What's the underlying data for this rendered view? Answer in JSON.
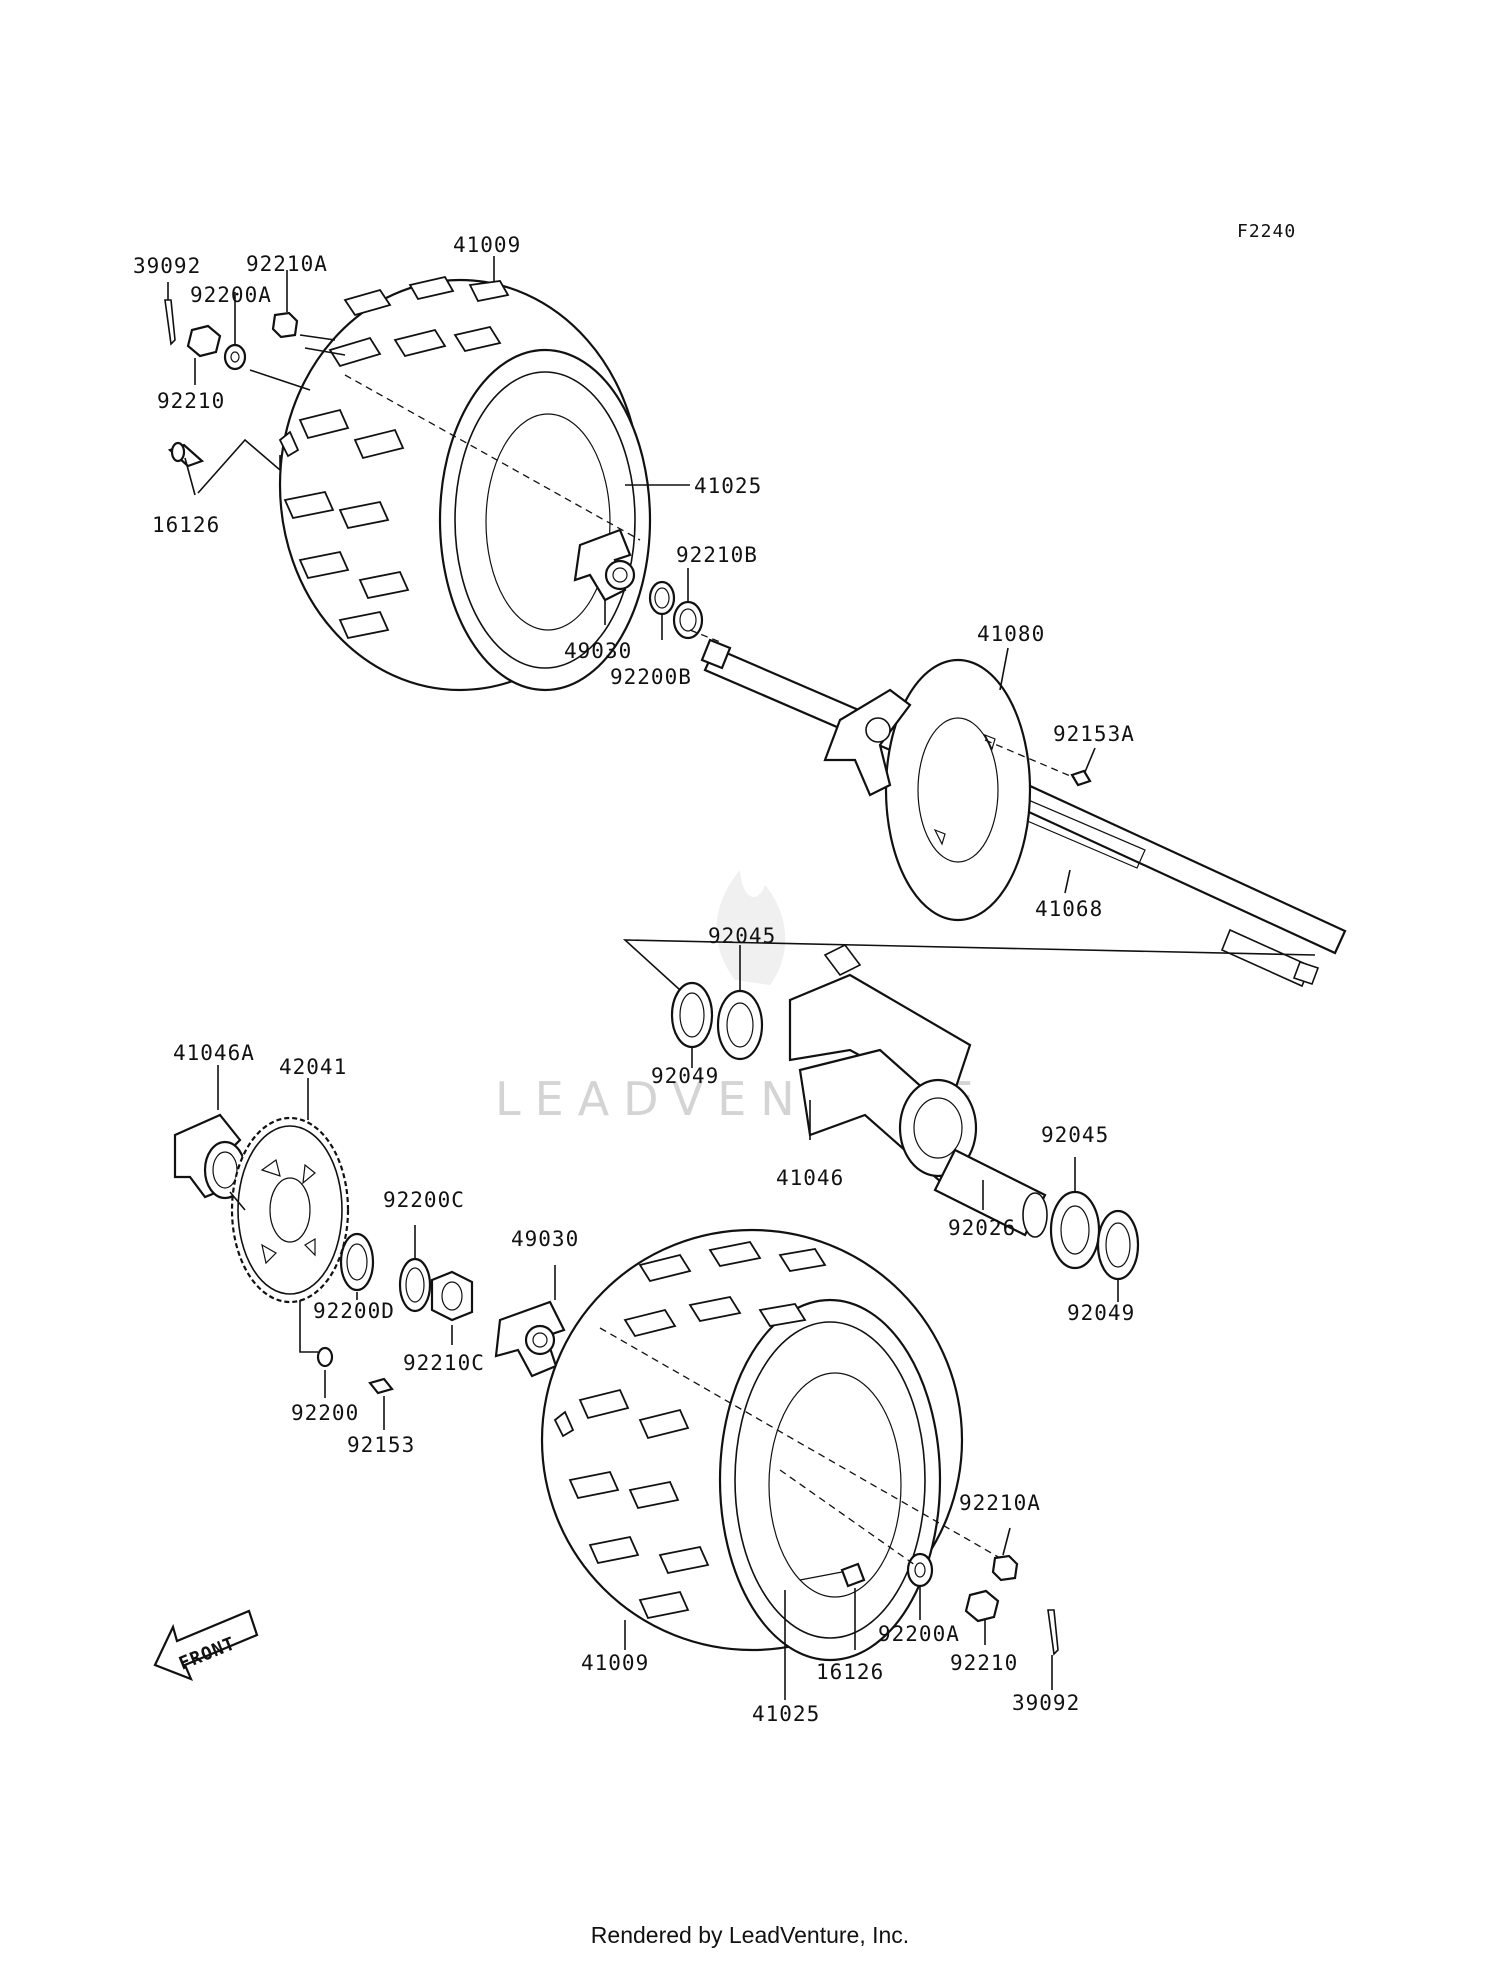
{
  "diagram": {
    "code": "F2240",
    "watermark": "LEADVENTURE",
    "front_label": "FRONT",
    "labels": [
      {
        "id": "l01",
        "text": "39092"
      },
      {
        "id": "l02",
        "text": "92210A"
      },
      {
        "id": "l03",
        "text": "41009"
      },
      {
        "id": "l04",
        "text": "92200A"
      },
      {
        "id": "l05",
        "text": "92210"
      },
      {
        "id": "l06",
        "text": "16126"
      },
      {
        "id": "l07",
        "text": "41025"
      },
      {
        "id": "l08",
        "text": "92210B"
      },
      {
        "id": "l09",
        "text": "49030"
      },
      {
        "id": "l10",
        "text": "92200B"
      },
      {
        "id": "l11",
        "text": "41080"
      },
      {
        "id": "l12",
        "text": "92153A"
      },
      {
        "id": "l13",
        "text": "41068"
      },
      {
        "id": "l14",
        "text": "92045"
      },
      {
        "id": "l15",
        "text": "92049"
      },
      {
        "id": "l16",
        "text": "41046A"
      },
      {
        "id": "l17",
        "text": "42041"
      },
      {
        "id": "l18",
        "text": "41046"
      },
      {
        "id": "l19",
        "text": "92045"
      },
      {
        "id": "l20",
        "text": "92200C"
      },
      {
        "id": "l21",
        "text": "92026"
      },
      {
        "id": "l22",
        "text": "49030"
      },
      {
        "id": "l23",
        "text": "92049"
      },
      {
        "id": "l24",
        "text": "92200D"
      },
      {
        "id": "l25",
        "text": "92210C"
      },
      {
        "id": "l26",
        "text": "92200"
      },
      {
        "id": "l27",
        "text": "92153"
      },
      {
        "id": "l28",
        "text": "92210A"
      },
      {
        "id": "l29",
        "text": "92200A"
      },
      {
        "id": "l30",
        "text": "92210"
      },
      {
        "id": "l31",
        "text": "41009"
      },
      {
        "id": "l32",
        "text": "16126"
      },
      {
        "id": "l33",
        "text": "41025"
      },
      {
        "id": "l34",
        "text": "39092"
      }
    ]
  },
  "footer": {
    "text": "Rendered by LeadVenture, Inc."
  }
}
